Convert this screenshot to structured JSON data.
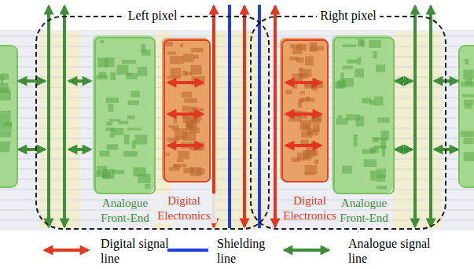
{
  "diagram": {
    "nodes": [
      {
        "text": [
          "Left pixel"
        ]
      },
      {
        "text": [
          "Analogue Front-End"
        ],
        "in": 0
      },
      {
        "text": [
          "Digital Electronics"
        ],
        "in": 0
      },
      {
        "text": [
          "Right pixel"
        ]
      },
      {
        "text": [
          "Digital Electronics"
        ],
        "in": 3
      },
      {
        "text": [
          "Analogue Front-End"
        ],
        "in": 3
      }
    ],
    "edges": [],
    "legend": [
      {
        "text": "Digital signal line"
      },
      {
        "text": "Shielding line"
      },
      {
        "text": "Analogue signal line"
      }
    ]
  }
}
